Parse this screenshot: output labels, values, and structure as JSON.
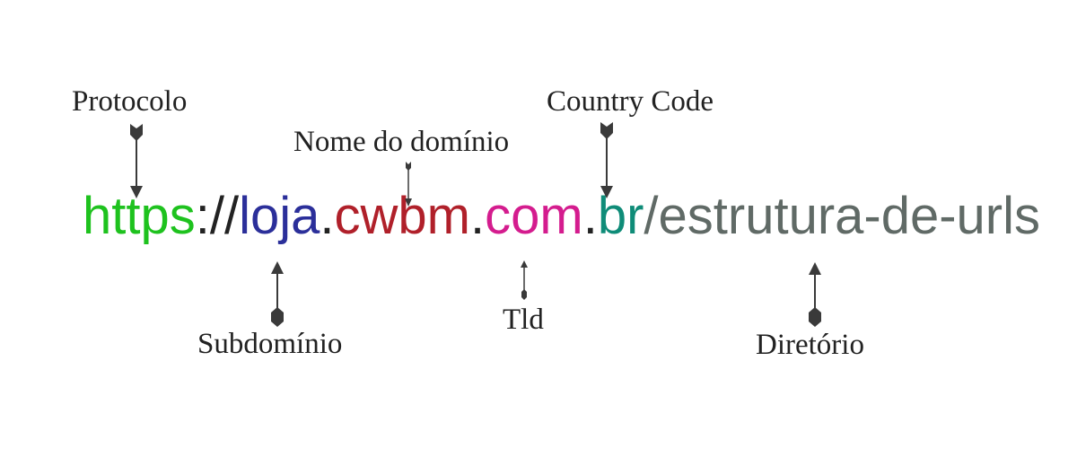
{
  "labels": {
    "protocolo": "Protocolo",
    "nome_dominio": "Nome do domínio",
    "country_code": "Country Code",
    "subdominio": "Subdomínio",
    "tld": "Tld",
    "diretorio": "Diretório"
  },
  "url": {
    "protocol": "https",
    "separator": "://",
    "subdomain": "loja",
    "dot1": ".",
    "domain": "cwbm",
    "dot2": ".",
    "tld": "com",
    "dot3": ".",
    "country": "br",
    "slash": "/",
    "path": "estrutura-de-urls"
  },
  "colors": {
    "protocol": "#1ec21e",
    "separator": "#222222",
    "subdomain": "#2b2f9a",
    "domain": "#b0202a",
    "tld": "#d41c8e",
    "country": "#0f8c78",
    "path": "#606a66",
    "arrow": "#3a3a3a"
  }
}
